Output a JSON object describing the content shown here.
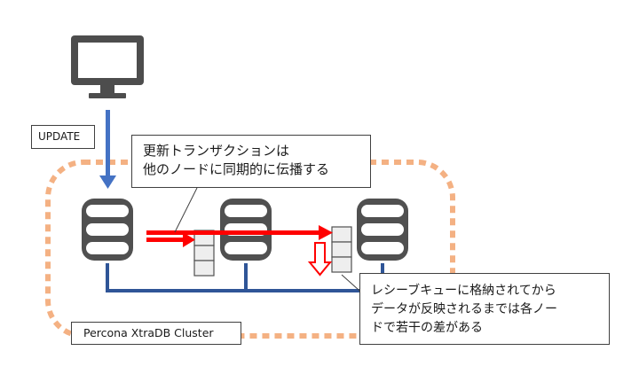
{
  "update_label": "UPDATE",
  "callout_top": {
    "line1": "更新トランザクションは",
    "line2": "他のノードに同期的に伝播する"
  },
  "callout_bottom": {
    "line1": "レシーブキューに格納されてから",
    "line2": "データが反映されるまでは各ノー",
    "line3": "ドで若干の差がある"
  },
  "cluster_label": "Percona XtraDB Cluster",
  "colors": {
    "monitor": "#4d4d4d",
    "database": "#505050",
    "network": "#2f5597",
    "update_arrow": "#4472c4",
    "replication": "#ff0000",
    "cluster_border": "#f4b183",
    "queue_fill": "#eeeeee"
  },
  "icons": [
    "monitor-icon",
    "database-icon",
    "queue-icon",
    "arrow-icon"
  ]
}
